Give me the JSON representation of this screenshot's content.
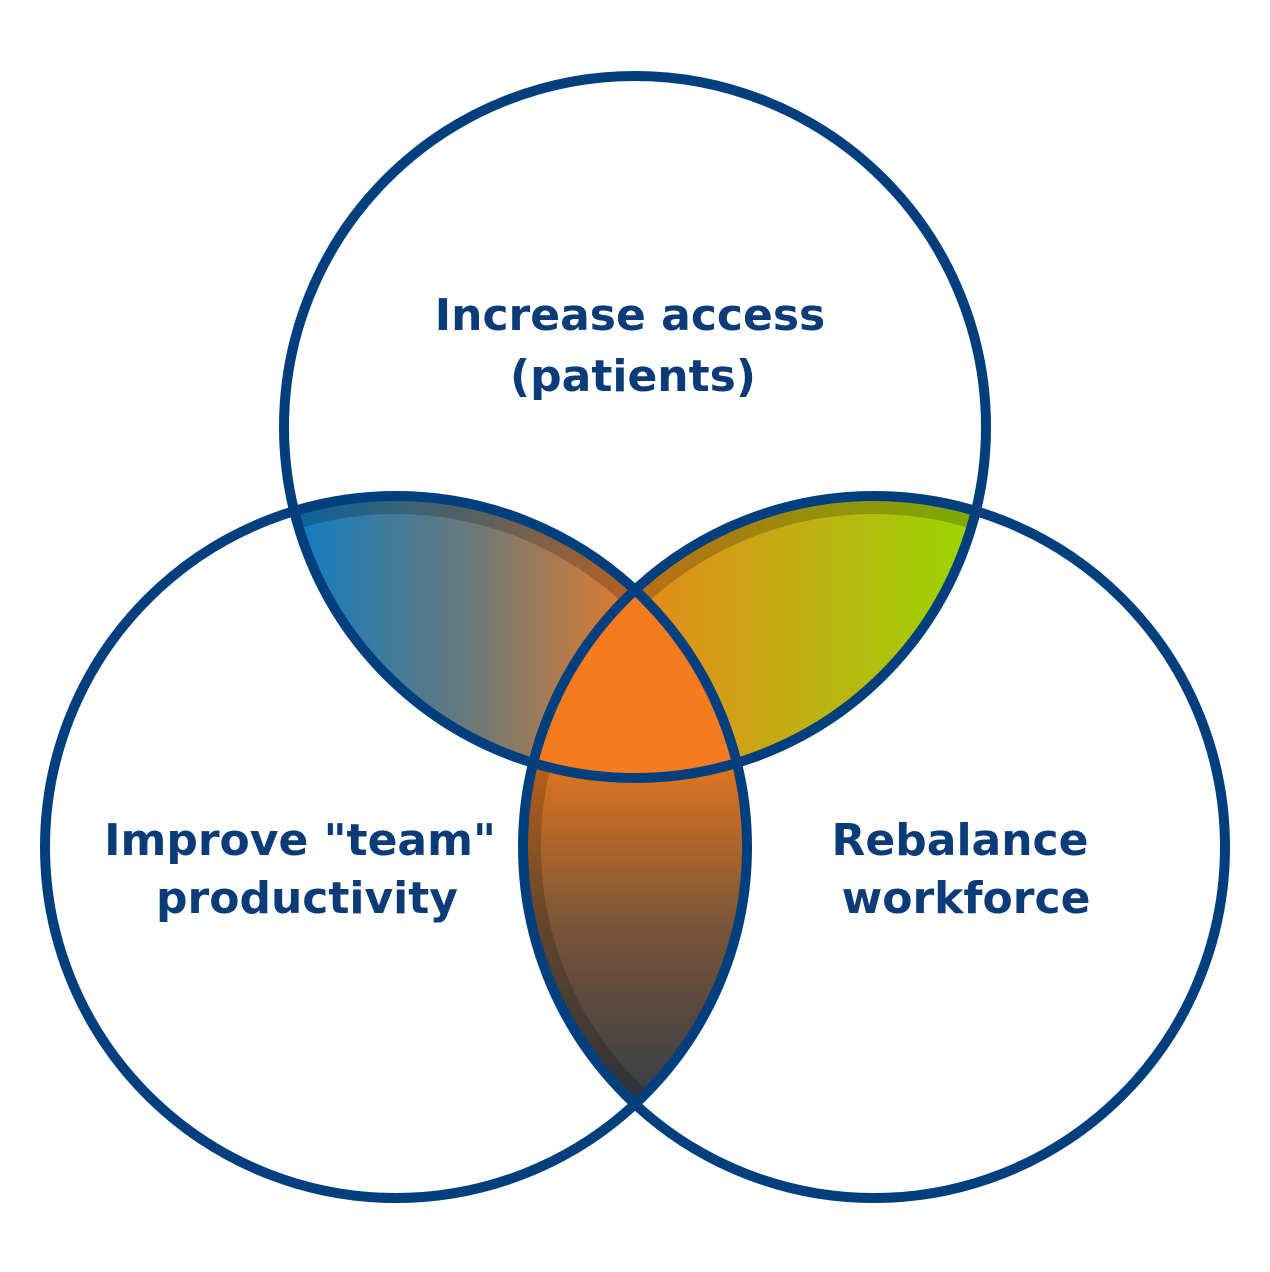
{
  "diagram": {
    "type": "venn",
    "stroke_color": "#003f7d",
    "text_color": "#0b3c78",
    "background": "#ffffff",
    "circles": [
      {
        "id": "top",
        "label_lines": [
          "Increase access",
          "(patients)"
        ]
      },
      {
        "id": "left",
        "label_lines": [
          "Improve \"team\"",
          "productivity"
        ]
      },
      {
        "id": "right",
        "label_lines": [
          "Rebalance",
          "workforce"
        ]
      }
    ],
    "intersections": [
      {
        "between": [
          "top",
          "left"
        ],
        "fill": "gradient blue to orange",
        "colors": [
          "#0d7cc4",
          "#f07a22"
        ]
      },
      {
        "between": [
          "top",
          "right"
        ],
        "fill": "gradient orange to lime green",
        "colors": [
          "#e8881c",
          "#99d600"
        ]
      },
      {
        "between": [
          "left",
          "right"
        ],
        "fill": "gradient orange to dark gray",
        "colors": [
          "#e2761e",
          "#3a3f46"
        ]
      },
      {
        "between": [
          "top",
          "left",
          "right"
        ],
        "fill": "solid orange",
        "colors": [
          "#f47b20"
        ]
      }
    ]
  }
}
